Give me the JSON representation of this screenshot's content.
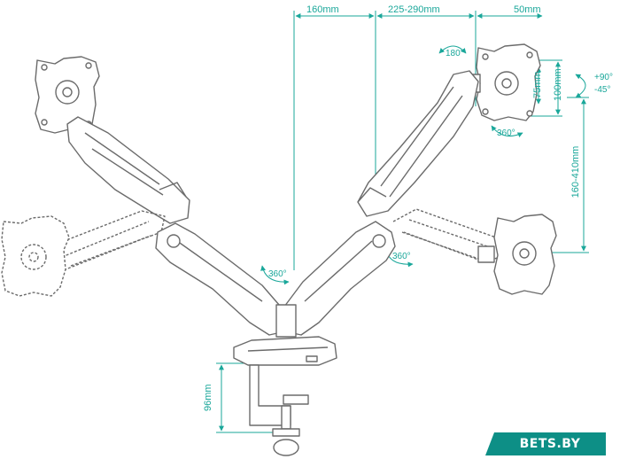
{
  "dimensions": {
    "arm_segment_1": "160mm",
    "arm_segment_2": "225-290mm",
    "vesa_offset": "50mm",
    "vesa_small": "75mm",
    "vesa_large": "100mm",
    "height_range": "160-410mm",
    "clamp_depth": "96mm"
  },
  "rotations": {
    "tilt_up": "+90°",
    "tilt_down": "-45°",
    "swivel_top": "180°",
    "monitor_rotation": "360°",
    "arm_left": "360°",
    "arm_right": "360°"
  },
  "watermark": "BETS.BY",
  "colors": {
    "dimension_lines": "#1aa79a",
    "drawing_lines": "#6b6b6b",
    "watermark_bg": "#0d8f86"
  }
}
